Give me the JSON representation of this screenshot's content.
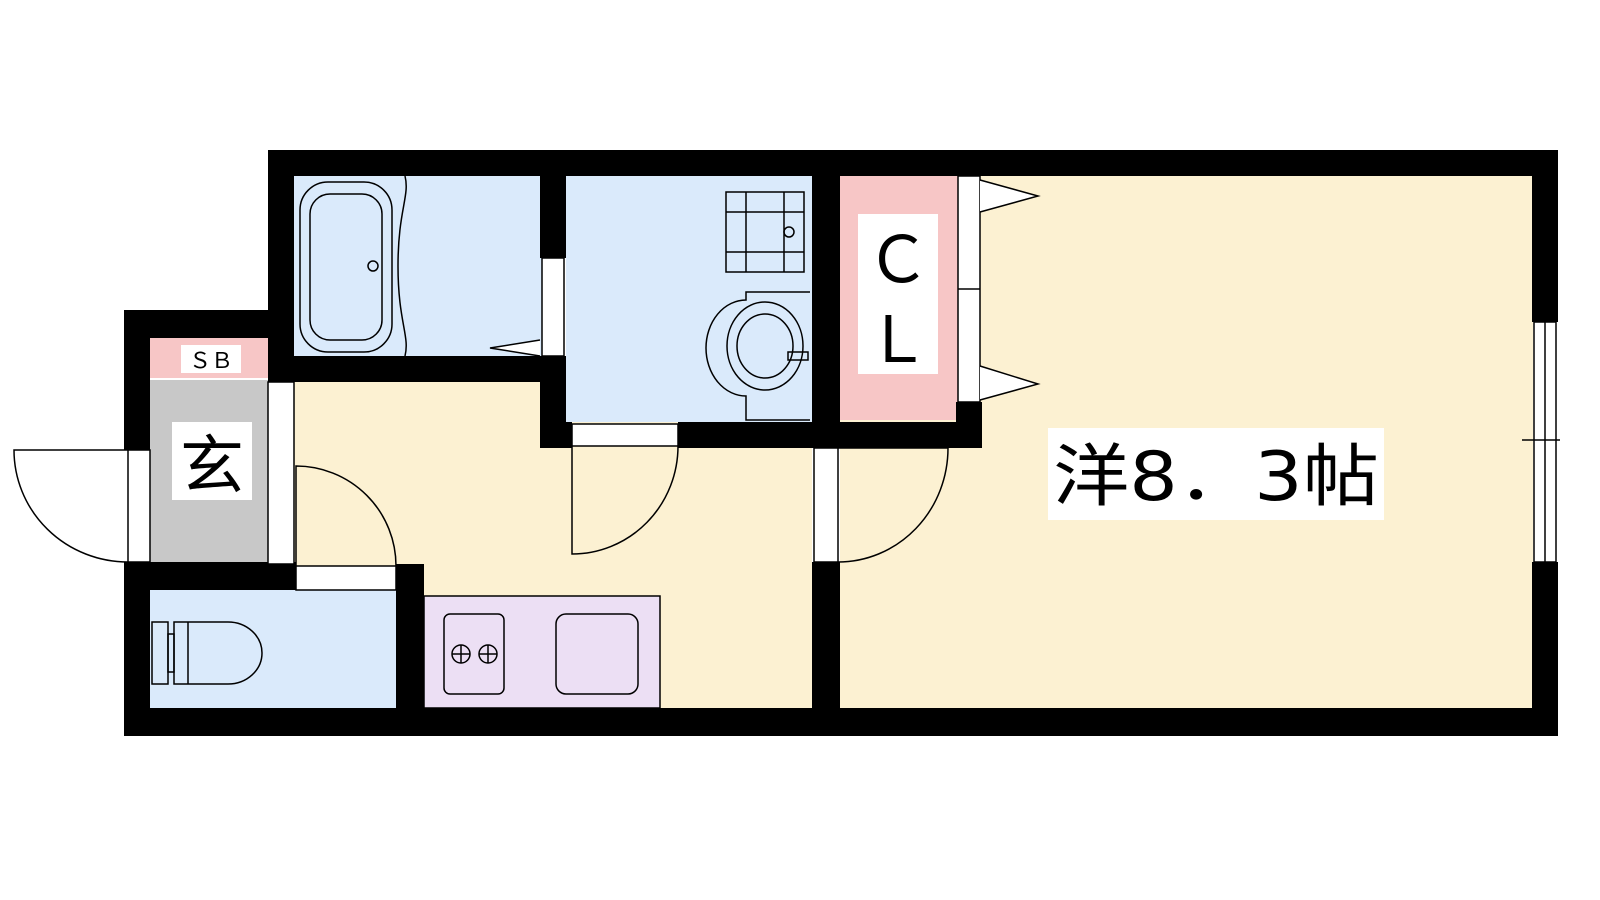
{
  "colors": {
    "wall": "#000000",
    "living_floor": "#fcf1d2",
    "wet_area": "#daeafb",
    "closet": "#f7c6c6",
    "shoebox": "#f7c6c6",
    "entrance": "#c8c8c8",
    "kitchen": "#ecdff4",
    "fixture_line": "#000000"
  },
  "labels": {
    "shoebox": "ＳＢ",
    "entrance": "玄",
    "closet_line1": "Ｃ",
    "closet_line2": "Ｌ",
    "room": "洋8．3帖"
  },
  "icons": [
    "bathtub-icon",
    "washing-machine-icon",
    "washbasin-icon",
    "toilet-icon",
    "gas-stove-icon",
    "sink-icon",
    "door-swing-icon",
    "window-icon"
  ]
}
